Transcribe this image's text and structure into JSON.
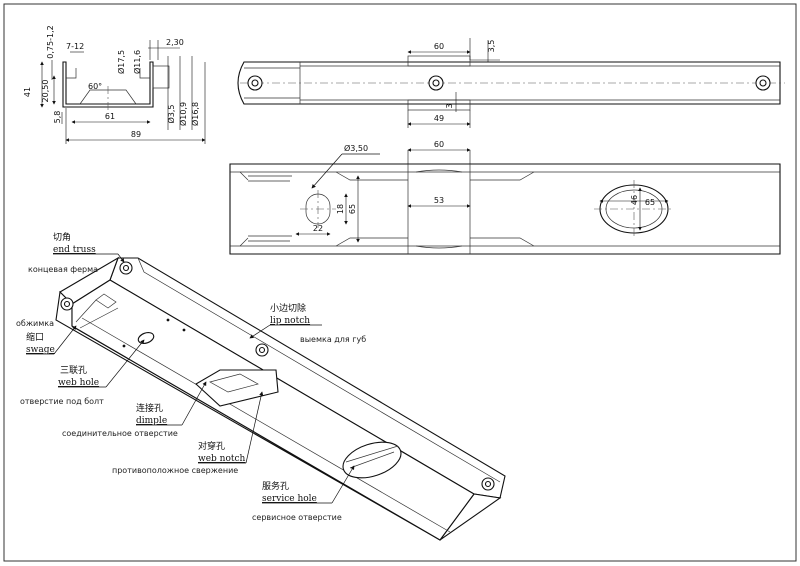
{
  "side_view": {
    "dims": {
      "height_41": "41",
      "thick": "0,75-1,2",
      "flange": "7-12",
      "d17": "Ø17,5",
      "d11": "Ø11,6",
      "d2_30": "2,30",
      "h20_50": "20,50",
      "angle": "60°",
      "h5_8": "5,8",
      "w61": "61",
      "d3_5": "Ø3,5",
      "d10_9": "Ø10,9",
      "d16_8": "Ø16,8",
      "w89": "89"
    }
  },
  "top_view": {
    "dims": {
      "w60": "60",
      "h3_5": "3,5",
      "h3": "3",
      "w49": "49"
    }
  },
  "bottom_view": {
    "dims": {
      "d3_50": "Ø3,50",
      "w60": "60",
      "h18": "18",
      "h65": "65",
      "w22": "22",
      "w53": "53",
      "d46": "46",
      "d65": "65"
    }
  },
  "labels": {
    "end_truss": {
      "cn": "切角",
      "en": "end truss",
      "ru": "концевая ферма"
    },
    "swage": {
      "cn": "缩口",
      "en": "swage",
      "ru": "обжимка"
    },
    "web_hole": {
      "cn": "三联孔",
      "en": "web hole",
      "ru": "отверстие под болт"
    },
    "dimple": {
      "cn": "连接孔",
      "en": "dimple",
      "ru": "соединительное отверстие"
    },
    "web_notch": {
      "cn": "对穿孔",
      "en": "web notch",
      "ru": "противоположное свержение"
    },
    "service_hole": {
      "cn": "服务孔",
      "en": "service hole",
      "ru": "сервисное отверстие"
    },
    "lip_notch": {
      "cn": "小边切除",
      "en": "lip notch",
      "ru": "выемка для губ"
    }
  }
}
